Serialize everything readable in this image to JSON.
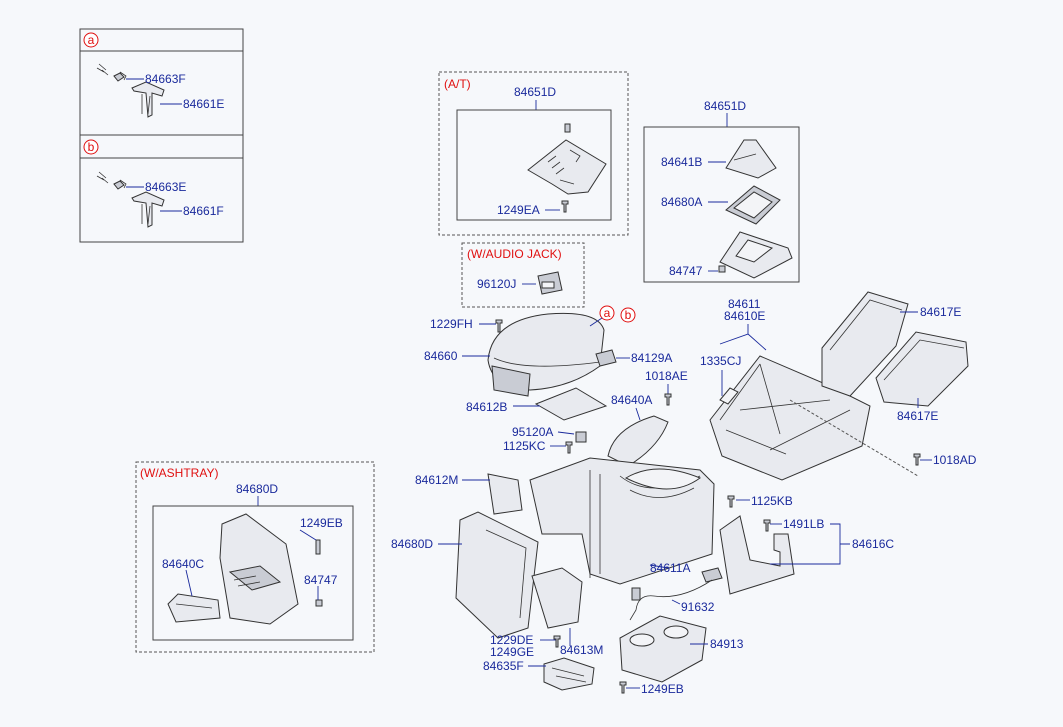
{
  "inset_a": {
    "marker": "a",
    "labels": [
      "84663F",
      "84661E"
    ]
  },
  "inset_b": {
    "marker": "b",
    "labels": [
      "84663E",
      "84661F"
    ]
  },
  "at_box": {
    "title": "(A/T)",
    "labels": [
      "84651D",
      "1249EA"
    ]
  },
  "shift_box": {
    "labels": [
      "84651D",
      "84641B",
      "84680A",
      "84747"
    ]
  },
  "audio_box": {
    "title": "(W/AUDIO JACK)",
    "labels": [
      "96120J"
    ]
  },
  "ashtray_box": {
    "title": "(W/ASHTRAY)",
    "labels": [
      "84680D",
      "1249EB",
      "84640C",
      "84747"
    ]
  },
  "main_labels": {
    "l1229FH": "1229FH",
    "l84660": "84660",
    "l84129A": "84129A",
    "l1018AE": "1018AE",
    "l84612B": "84612B",
    "l84640A": "84640A",
    "l95120A": "95120A",
    "l1125KC": "1125KC",
    "l84612M": "84612M",
    "l84680D": "84680D",
    "l84611A": "84611A",
    "l91632": "91632",
    "l84613M": "84613M",
    "l1229DE": "1229DE",
    "l1249GE": "1249GE",
    "l84635F": "84635F",
    "l84913": "84913",
    "l1249EB": "1249EB",
    "l84611": "84611",
    "l84610E": "84610E",
    "l1335CJ": "1335CJ",
    "l84617E_top": "84617E",
    "l84617E_bot": "84617E",
    "l1018AD": "1018AD",
    "l1125KB": "1125KB",
    "l1491LB": "1491LB",
    "l84616C": "84616C"
  },
  "markers": {
    "a": "a",
    "b": "b"
  }
}
